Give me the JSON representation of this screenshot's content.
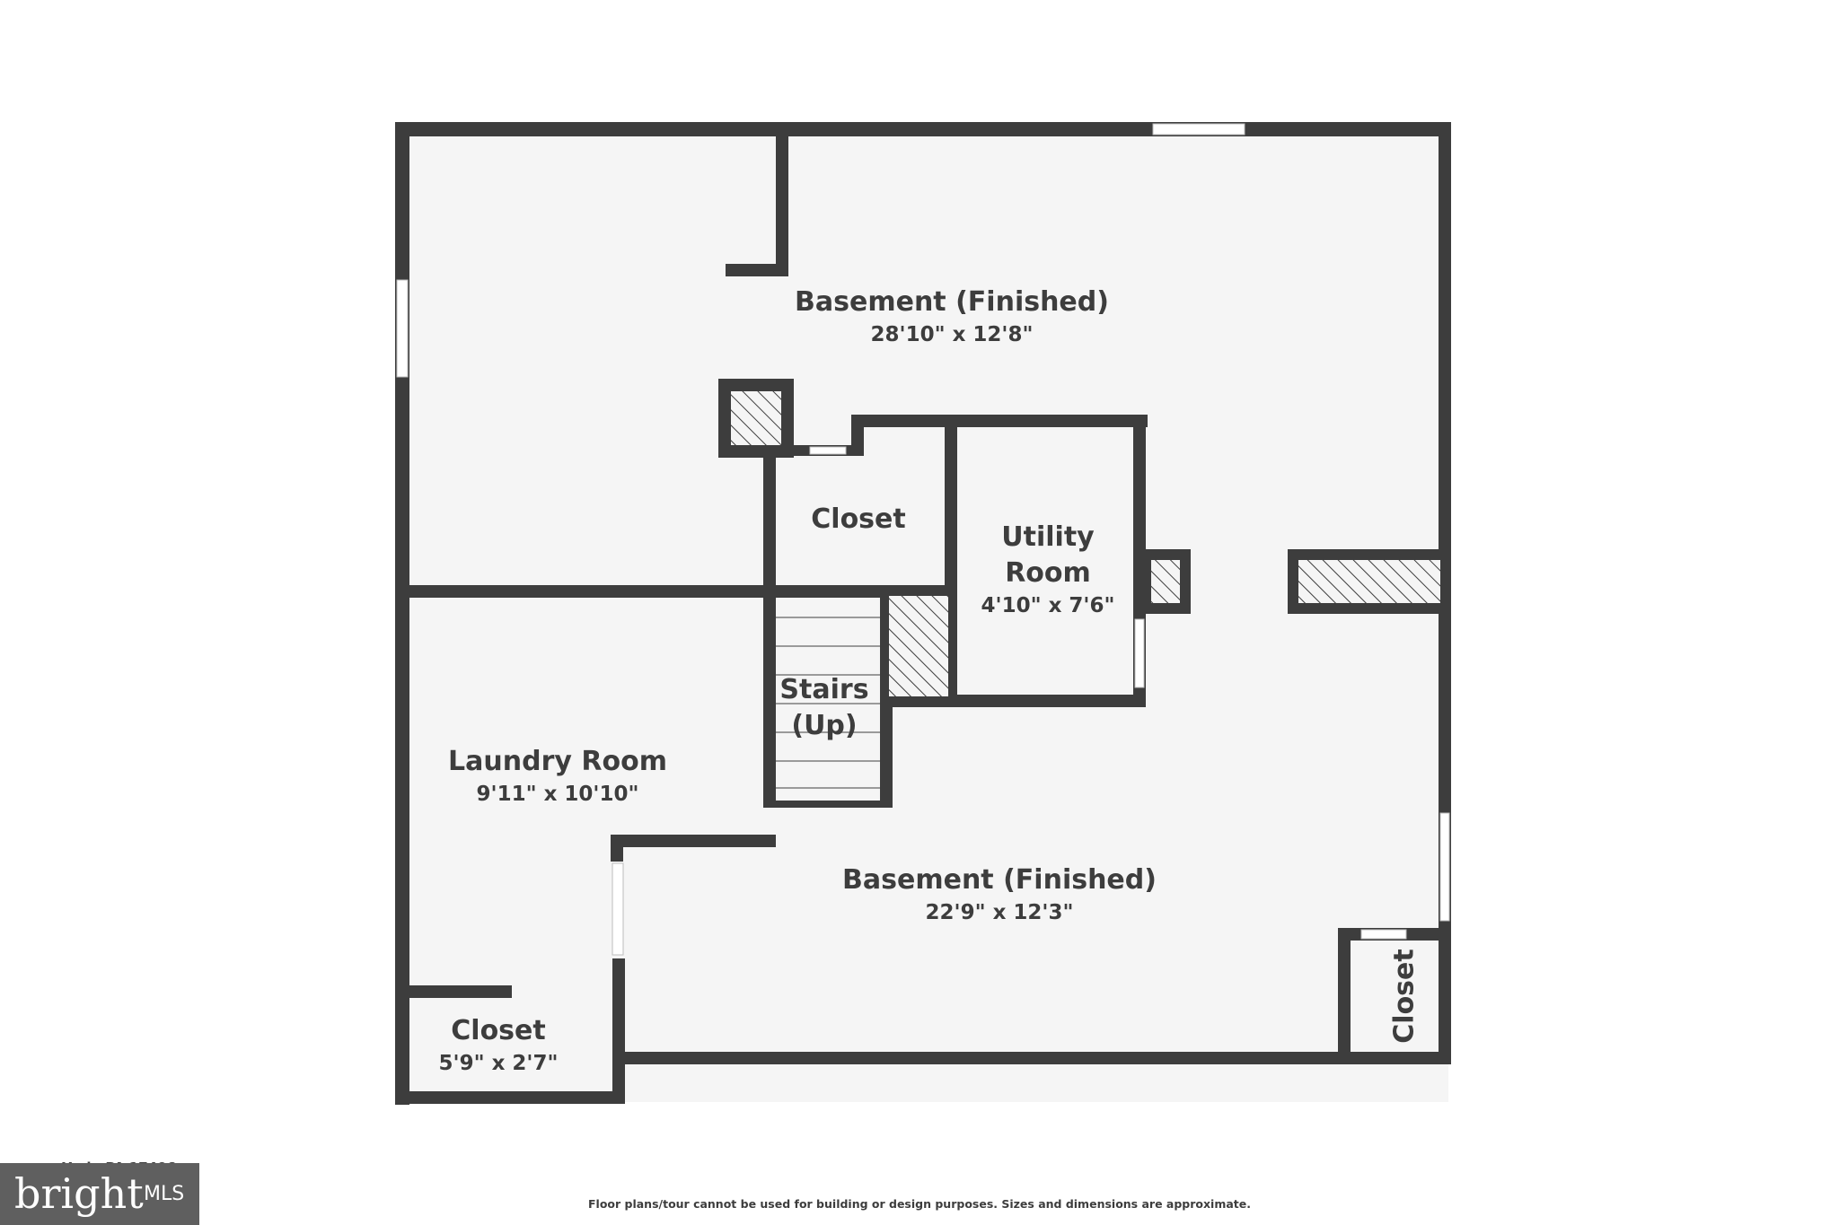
{
  "rooms": {
    "basement_upper": {
      "title": "Basement (Finished)",
      "dims": "28'10\" x 12'8\""
    },
    "closet_center": {
      "title": "Closet"
    },
    "utility_room": {
      "title_line1": "Utility",
      "title_line2": "Room",
      "dims": "4'10\" x 7'6\""
    },
    "stairs": {
      "title_line1": "Stairs",
      "title_line2": "(Up)"
    },
    "laundry_room": {
      "title": "Laundry Room",
      "dims": "9'11\" x 10'10\""
    },
    "basement_lower": {
      "title": "Basement (Finished)",
      "dims": "22'9\" x 12'3\""
    },
    "closet_bottom_left": {
      "title": "Closet",
      "dims": "5'9\" x 2'7\""
    },
    "closet_right": {
      "title": "Closet"
    }
  },
  "footer": {
    "address": "... , York, PA 17406",
    "disclaimer": "Floor plans/tour cannot be used for building or design purposes. Sizes and dimensions are approximate."
  },
  "logo": {
    "brand": "bright",
    "suffix": "MLS"
  },
  "colors": {
    "wall": "#3d3d3d",
    "floor": "#f5f5f5",
    "window": "#ffffff"
  }
}
